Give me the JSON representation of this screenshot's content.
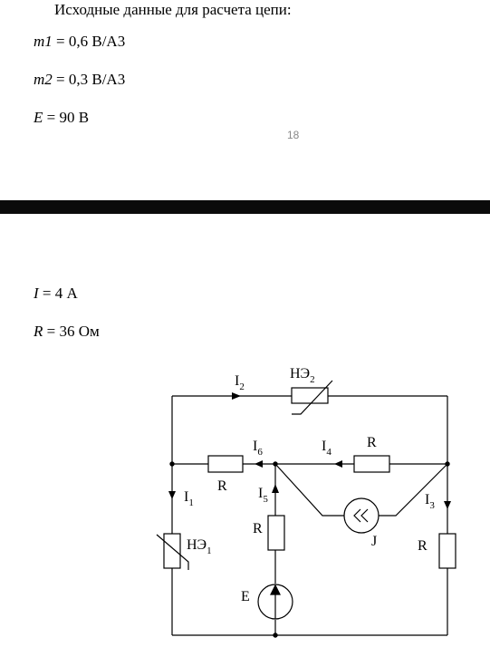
{
  "page1": {
    "heading": "Исходные данные для расчета цепи:",
    "lines": [
      {
        "var": "m1",
        "rest": " = 0,6 В/А3"
      },
      {
        "var": "m2",
        "rest": " = 0,3 В/А3"
      },
      {
        "var": "E",
        "rest": " = 90 В"
      }
    ],
    "page_number": "18"
  },
  "page2": {
    "lines": [
      {
        "var": "I",
        "rest": " = 4 А"
      },
      {
        "var": "R",
        "rest": " = 36 Ом"
      }
    ]
  },
  "circuit": {
    "labels": {
      "I2": {
        "main": "I",
        "sub": "2"
      },
      "NE2": {
        "main": "НЭ",
        "sub": "2"
      },
      "I6": {
        "main": "I",
        "sub": "6"
      },
      "I4": {
        "main": "I",
        "sub": "4"
      },
      "R_top": "R",
      "R_mid": "R",
      "I1": {
        "main": "I",
        "sub": "1"
      },
      "I5": {
        "main": "I",
        "sub": "5"
      },
      "I3": {
        "main": "I",
        "sub": "3"
      },
      "NE1": {
        "main": "НЭ",
        "sub": "1"
      },
      "R_vert": "R",
      "R_right": "R",
      "J": "J",
      "E": "E"
    }
  }
}
